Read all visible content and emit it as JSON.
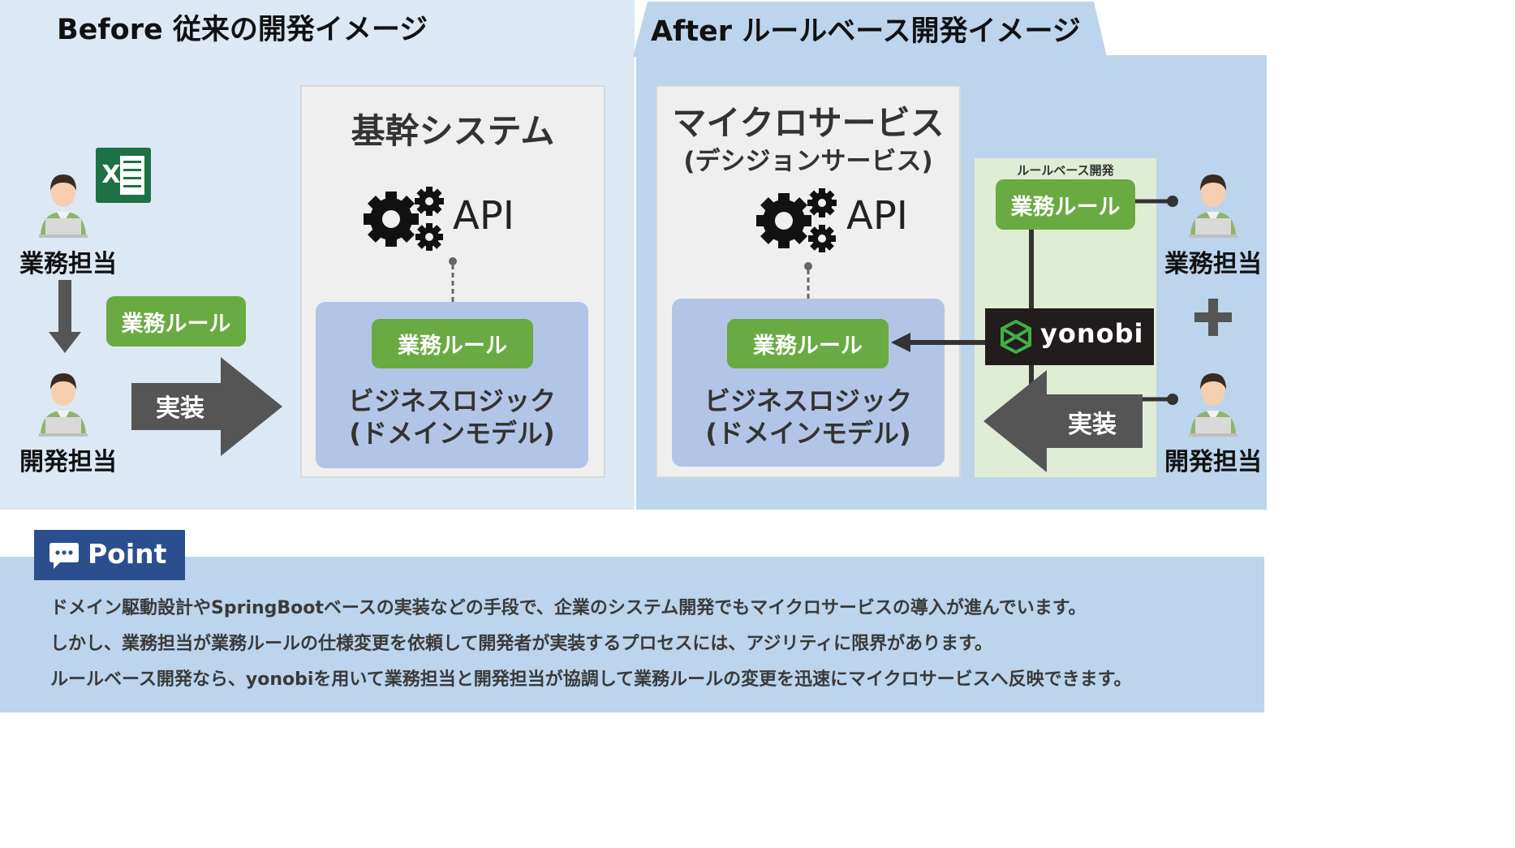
{
  "before": {
    "title": "Before 従来の開発イメージ",
    "business_person": "業務担当",
    "dev_person": "開発担当",
    "rule_badge": "業務ルール",
    "implement": "実装",
    "excel_letter": "X",
    "system": {
      "title": "基幹システム",
      "api": "API",
      "rule": "業務ルール",
      "logic_line1": "ビジネスロジック",
      "logic_line2": "(ドメインモデル)"
    }
  },
  "after": {
    "title": "After ルールベース開発イメージ",
    "system": {
      "title_line1": "マイクロサービス",
      "title_line2": "(デシジョンサービス)",
      "api": "API",
      "rule": "業務ルール",
      "logic_line1": "ビジネスロジック",
      "logic_line2": "(ドメインモデル)"
    },
    "rulebase_label": "ルールベース開発",
    "rule_badge": "業務ルール",
    "yonobi": "yonobi",
    "implement": "実装",
    "business_person": "業務担当",
    "dev_person": "開発担当"
  },
  "point": {
    "label": "Point",
    "lines": [
      "ドメイン駆動設計やSpringBootベースの実装などの手段で、企業のシステム開発でもマイクロサービスの導入が進んでいます。",
      "しかし、業務担当が業務ルールの仕様変更を依頼して開発者が実装するプロセスには、アジリティに限界があります。",
      "ルールベース開発なら、yonobiを用いて業務担当と開発担当が協調して業務ルールの変更を迅速にマイクロサービスへ反映できます。"
    ]
  },
  "colors": {
    "before_bg": "#dde8f5",
    "after_bg": "#bcd4ec",
    "rule_green": "#6aaa42",
    "rulebase_bg": "#e0edd5",
    "point_badge": "#2b4f8e",
    "arrow_gray": "#555555"
  }
}
